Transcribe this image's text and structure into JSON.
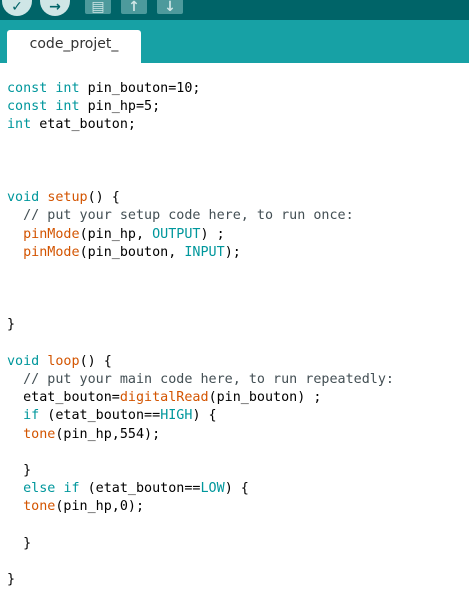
{
  "toolbar": {
    "buttons": [
      {
        "name": "verify-button",
        "icon": "check-icon",
        "glyph": "✓"
      },
      {
        "name": "upload-button",
        "icon": "arrow-right-icon",
        "glyph": "→"
      },
      {
        "name": "new-button",
        "icon": "new-file-icon",
        "glyph": "▤"
      },
      {
        "name": "open-button",
        "icon": "open-icon",
        "glyph": "↑"
      },
      {
        "name": "save-button",
        "icon": "save-icon",
        "glyph": "↓"
      }
    ]
  },
  "tabs": [
    {
      "label": "code_projet_"
    }
  ],
  "code_lines": [
    [
      {
        "t": "const",
        "c": "kw"
      },
      {
        "t": " "
      },
      {
        "t": "int",
        "c": "kw"
      },
      {
        "t": " pin_bouton=10;"
      }
    ],
    [
      {
        "t": "const",
        "c": "kw"
      },
      {
        "t": " "
      },
      {
        "t": "int",
        "c": "kw"
      },
      {
        "t": " pin_hp=5;"
      }
    ],
    [
      {
        "t": "int",
        "c": "kw"
      },
      {
        "t": " etat_bouton;"
      }
    ],
    [],
    [],
    [],
    [
      {
        "t": "void",
        "c": "kw"
      },
      {
        "t": " "
      },
      {
        "t": "setup",
        "c": "fn"
      },
      {
        "t": "() {"
      }
    ],
    [
      {
        "t": "  // put your setup code here, to run once:",
        "c": "cm"
      }
    ],
    [
      {
        "t": "  "
      },
      {
        "t": "pinMode",
        "c": "fn"
      },
      {
        "t": "(pin_hp, "
      },
      {
        "t": "OUTPUT",
        "c": "cn"
      },
      {
        "t": ") ;"
      }
    ],
    [
      {
        "t": "  "
      },
      {
        "t": "pinMode",
        "c": "fn"
      },
      {
        "t": "(pin_bouton, "
      },
      {
        "t": "INPUT",
        "c": "cn"
      },
      {
        "t": ");"
      }
    ],
    [],
    [],
    [],
    [
      {
        "t": "}"
      }
    ],
    [],
    [
      {
        "t": "void",
        "c": "kw"
      },
      {
        "t": " "
      },
      {
        "t": "loop",
        "c": "fn"
      },
      {
        "t": "() {"
      }
    ],
    [
      {
        "t": "  // put your main code here, to run repeatedly:",
        "c": "cm"
      }
    ],
    [
      {
        "t": "  etat_bouton="
      },
      {
        "t": "digitalRead",
        "c": "fn"
      },
      {
        "t": "(pin_bouton) ;"
      }
    ],
    [
      {
        "t": "  "
      },
      {
        "t": "if",
        "c": "kw"
      },
      {
        "t": " (etat_bouton=="
      },
      {
        "t": "HIGH",
        "c": "cn"
      },
      {
        "t": ") {"
      }
    ],
    [
      {
        "t": "  "
      },
      {
        "t": "tone",
        "c": "fn"
      },
      {
        "t": "(pin_hp,554);"
      }
    ],
    [],
    [
      {
        "t": "  }"
      }
    ],
    [
      {
        "t": "  "
      },
      {
        "t": "else",
        "c": "kw"
      },
      {
        "t": " "
      },
      {
        "t": "if",
        "c": "kw"
      },
      {
        "t": " (etat_bouton=="
      },
      {
        "t": "LOW",
        "c": "cn"
      },
      {
        "t": ") {"
      }
    ],
    [
      {
        "t": "  "
      },
      {
        "t": "tone",
        "c": "fn"
      },
      {
        "t": "(pin_hp,0);"
      }
    ],
    [],
    [
      {
        "t": "  }"
      }
    ],
    [],
    [
      {
        "t": "}"
      }
    ]
  ]
}
